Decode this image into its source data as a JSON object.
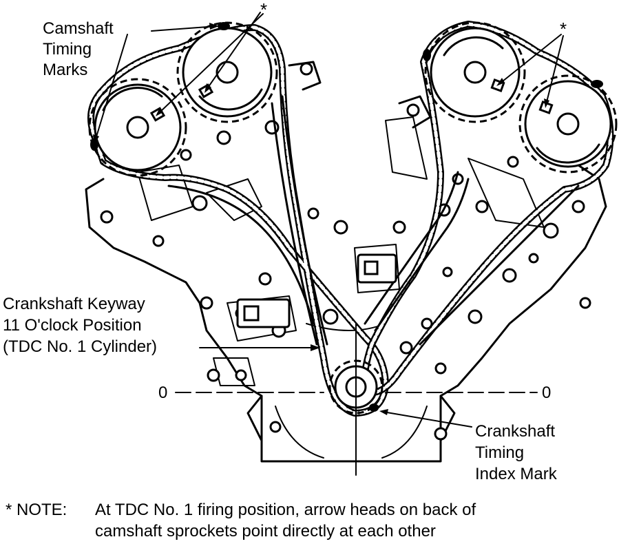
{
  "labels": {
    "camshaft_marks": [
      "Camshaft",
      "Timing",
      "Marks"
    ],
    "asterisk_left": "*",
    "asterisk_right": "*",
    "crank_keyway": [
      "Crankshaft Keyway",
      "11 O'clock Position",
      "(TDC No. 1 Cylinder)"
    ],
    "zero_left": "0",
    "zero_right": "0",
    "crank_index": [
      "Crankshaft",
      "Timing",
      "Index Mark"
    ]
  },
  "note": {
    "prefix": "* NOTE:",
    "line1": "At TDC No. 1 firing position, arrow heads on back of",
    "line2": "camshaft sprockets point directly at each other"
  }
}
